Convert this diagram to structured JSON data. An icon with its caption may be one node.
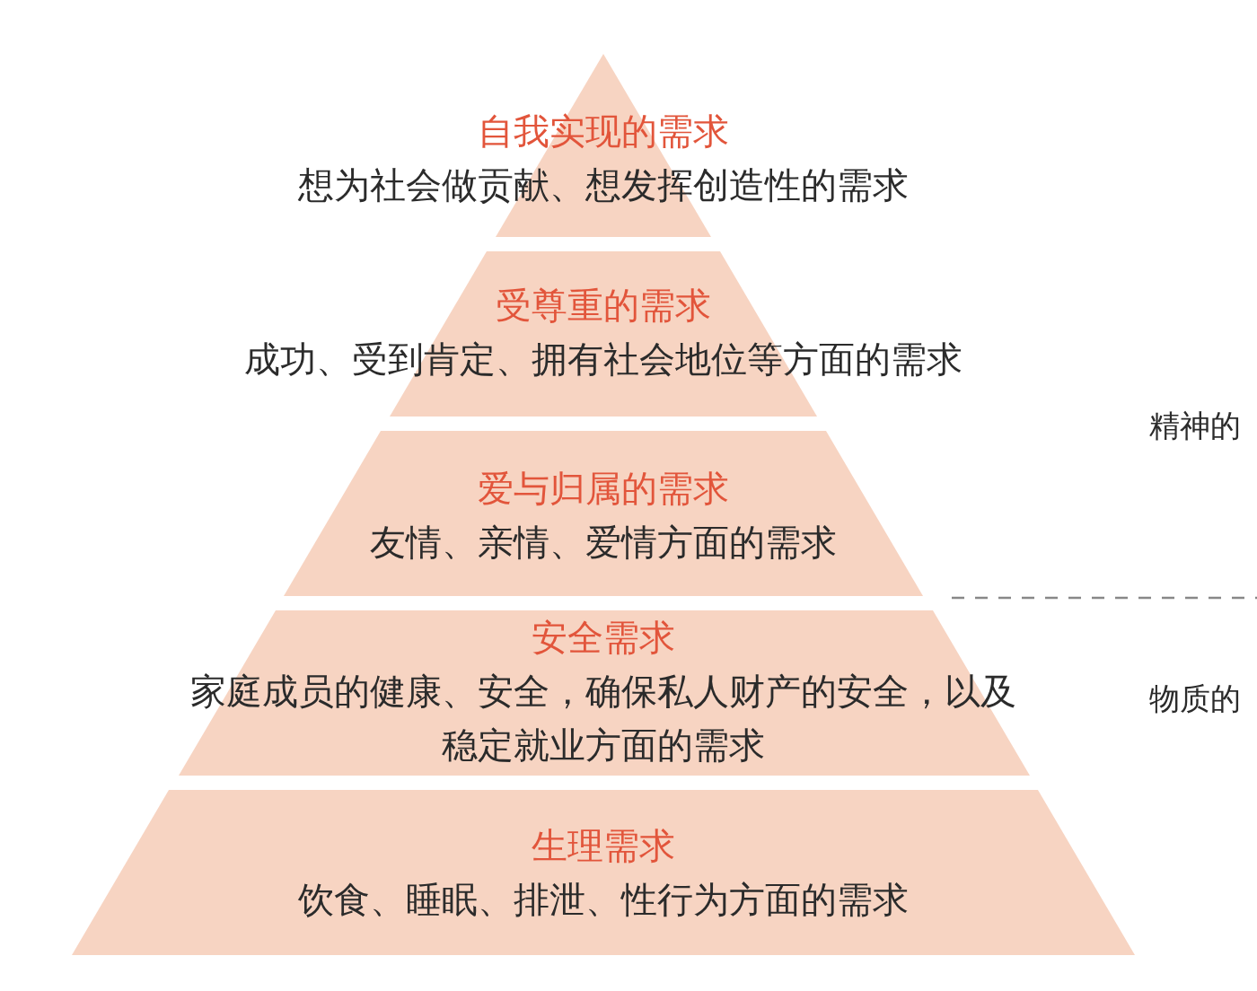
{
  "diagram": {
    "nodes": [
      {
        "text": [
          "自我实现的需求",
          "想为社会做贡献、想发挥创造性的需求"
        ]
      },
      {
        "text": [
          "受尊重的需求",
          "成功、受到肯定、拥有社会地位等方面的需求"
        ]
      },
      {
        "text": [
          "爱与归属的需求",
          "友情、亲情、爱情方面的需求"
        ]
      },
      {
        "text": [
          "安全需求",
          "家庭成员的健康、安全，确保私人财产的安全，以及稳定就业方面的需求"
        ]
      },
      {
        "text": [
          "生理需求",
          "饮食、睡眠、排泄、性行为方面的需求"
        ]
      }
    ],
    "labels": [
      "精神的",
      "物质的"
    ]
  }
}
